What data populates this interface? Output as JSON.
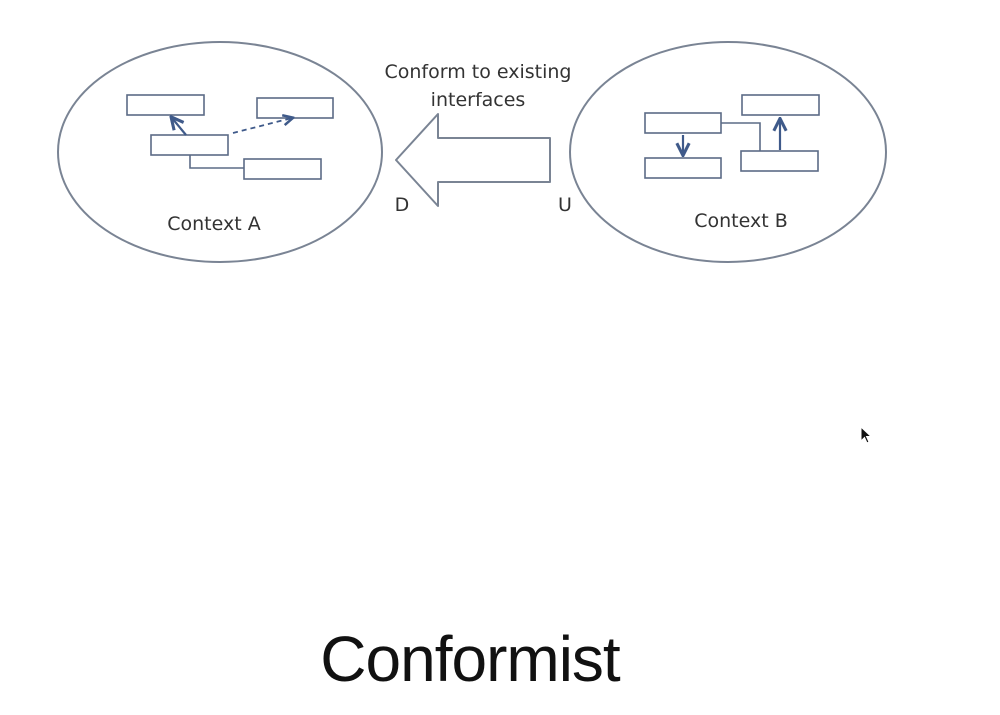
{
  "diagram": {
    "arrow_caption_line1": "Conform to existing",
    "arrow_caption_line2": "interfaces",
    "downstream_label": "D",
    "upstream_label": "U",
    "context_a_label": "Context A",
    "context_b_label": "Context B"
  },
  "slide": {
    "title": "Conformist"
  },
  "colors": {
    "outline": "#7a8494",
    "box_stroke": "#5b6b86",
    "arrow_blue": "#3f5a8a",
    "text": "#333333"
  },
  "icons": {
    "cursor": "mouse-pointer-icon"
  }
}
